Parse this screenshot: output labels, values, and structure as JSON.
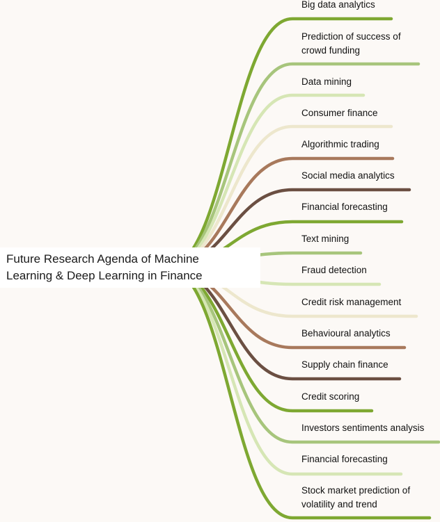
{
  "root": {
    "line1": "Future Research Agenda of Machine",
    "line2": "Learning & Deep Learning in Finance"
  },
  "palette": {
    "green": "#7ea832",
    "light_green": "#a7c57c",
    "pale_green": "#d6e6b5",
    "cream": "#ede7cd",
    "tan": "#a8795c",
    "dark_brown": "#6b4f42"
  },
  "branches": [
    {
      "lines": [
        "Big data analytics"
      ],
      "color": "#7ea832"
    },
    {
      "lines": [
        "Prediction of  success of",
        "crowd funding"
      ],
      "color": "#a7c57c"
    },
    {
      "lines": [
        "Data mining"
      ],
      "color": "#d6e6b5"
    },
    {
      "lines": [
        "Consumer finance"
      ],
      "color": "#ede7cd"
    },
    {
      "lines": [
        "Algorithmic trading"
      ],
      "color": "#a8795c"
    },
    {
      "lines": [
        "Social media analytics"
      ],
      "color": "#6b4f42"
    },
    {
      "lines": [
        "Financial forecasting"
      ],
      "color": "#7ea832"
    },
    {
      "lines": [
        "Text mining"
      ],
      "color": "#a7c57c"
    },
    {
      "lines": [
        "Fraud detection"
      ],
      "color": "#d6e6b5"
    },
    {
      "lines": [
        "Credit risk management"
      ],
      "color": "#ede7cd"
    },
    {
      "lines": [
        "Behavioural analytics"
      ],
      "color": "#a8795c"
    },
    {
      "lines": [
        "Supply chain finance"
      ],
      "color": "#6b4f42"
    },
    {
      "lines": [
        "Credit scoring"
      ],
      "color": "#7ea832"
    },
    {
      "lines": [
        "Investors sentiments analysis"
      ],
      "color": "#a7c57c"
    },
    {
      "lines": [
        "Financial forecasting"
      ],
      "color": "#d6e6b5"
    },
    {
      "lines": [
        "Stock market  prediction of",
        "volatility and trend"
      ],
      "color": "#7ea832"
    }
  ]
}
